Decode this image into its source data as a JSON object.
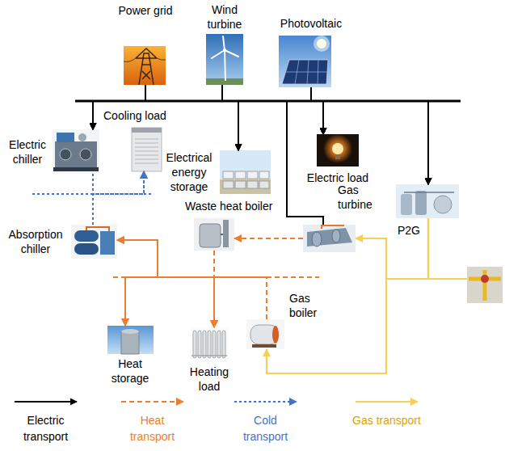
{
  "diagram": {
    "nodes": [
      {
        "text": [
          "Power grid"
        ]
      },
      {
        "text": [
          "Wind turbine"
        ]
      },
      {
        "text": [
          "Photovoltaic"
        ]
      },
      {
        "text": [
          "Electric chiller"
        ]
      },
      {
        "text": [
          "Cooling load"
        ]
      },
      {
        "text": [
          "Electrical energy storage"
        ]
      },
      {
        "text": [
          "Electric load"
        ]
      },
      {
        "text": [
          "Absorption chiller"
        ]
      },
      {
        "text": [
          "Waste heat boiler"
        ]
      },
      {
        "text": [
          "Gas turbine"
        ]
      },
      {
        "text": [
          "P2G"
        ]
      },
      {
        "text": [
          "Gas boiler"
        ]
      },
      {
        "text": [
          "Heat storage"
        ]
      },
      {
        "text": [
          "Heating load"
        ]
      }
    ],
    "edges": [
      {
        "from": 0,
        "to": 3,
        "arrow": "to"
      },
      {
        "from": 0,
        "to": 6,
        "arrow": "to"
      },
      {
        "from": 0,
        "to": 10,
        "arrow": "to"
      },
      {
        "from": 0,
        "to": 5,
        "arrow": "to"
      },
      {
        "from": 1,
        "to": 3,
        "arrow": "to"
      },
      {
        "from": 1,
        "to": 6,
        "arrow": "to"
      },
      {
        "from": 1,
        "to": 10,
        "arrow": "to"
      },
      {
        "from": 1,
        "to": 5,
        "arrow": "to"
      },
      {
        "from": 2,
        "to": 3,
        "arrow": "to"
      },
      {
        "from": 2,
        "to": 6,
        "arrow": "to"
      },
      {
        "from": 2,
        "to": 10,
        "arrow": "to"
      },
      {
        "from": 2,
        "to": 5,
        "arrow": "to"
      },
      {
        "from": 9,
        "to": 3,
        "arrow": "to"
      },
      {
        "from": 9,
        "to": 6,
        "arrow": "to"
      },
      {
        "from": 9,
        "to": 10,
        "arrow": "to"
      },
      {
        "from": 9,
        "to": 5,
        "arrow": "to"
      },
      {
        "from": 5,
        "to": 3,
        "arrow": "to"
      },
      {
        "from": 5,
        "to": 6,
        "arrow": "to"
      },
      {
        "from": 5,
        "to": 10,
        "arrow": "to"
      },
      {
        "from": 9,
        "to": 8,
        "arrow": "to"
      },
      {
        "from": 8,
        "to": 7,
        "arrow": "to"
      },
      {
        "from": 8,
        "to": 13,
        "arrow": "to"
      },
      {
        "from": 8,
        "to": 12,
        "arrow": "to"
      },
      {
        "from": 11,
        "to": 7,
        "arrow": "to"
      },
      {
        "from": 11,
        "to": 13,
        "arrow": "to"
      },
      {
        "from": 11,
        "to": 12,
        "arrow": "to"
      },
      {
        "from": 12,
        "to": 7,
        "arrow": "to"
      },
      {
        "from": 12,
        "to": 13,
        "arrow": "to"
      },
      {
        "from": 3,
        "to": 4,
        "arrow": "to"
      },
      {
        "from": 7,
        "to": 4,
        "arrow": "to"
      },
      {
        "from": 10,
        "to": 9,
        "arrow": "to"
      },
      {
        "from": 10,
        "to": 11,
        "arrow": "to"
      }
    ],
    "legend": [
      {
        "text": "Electric transport"
      },
      {
        "text": "Heat transport"
      },
      {
        "text": "Cold transport"
      },
      {
        "text": "Gas transport"
      }
    ]
  }
}
